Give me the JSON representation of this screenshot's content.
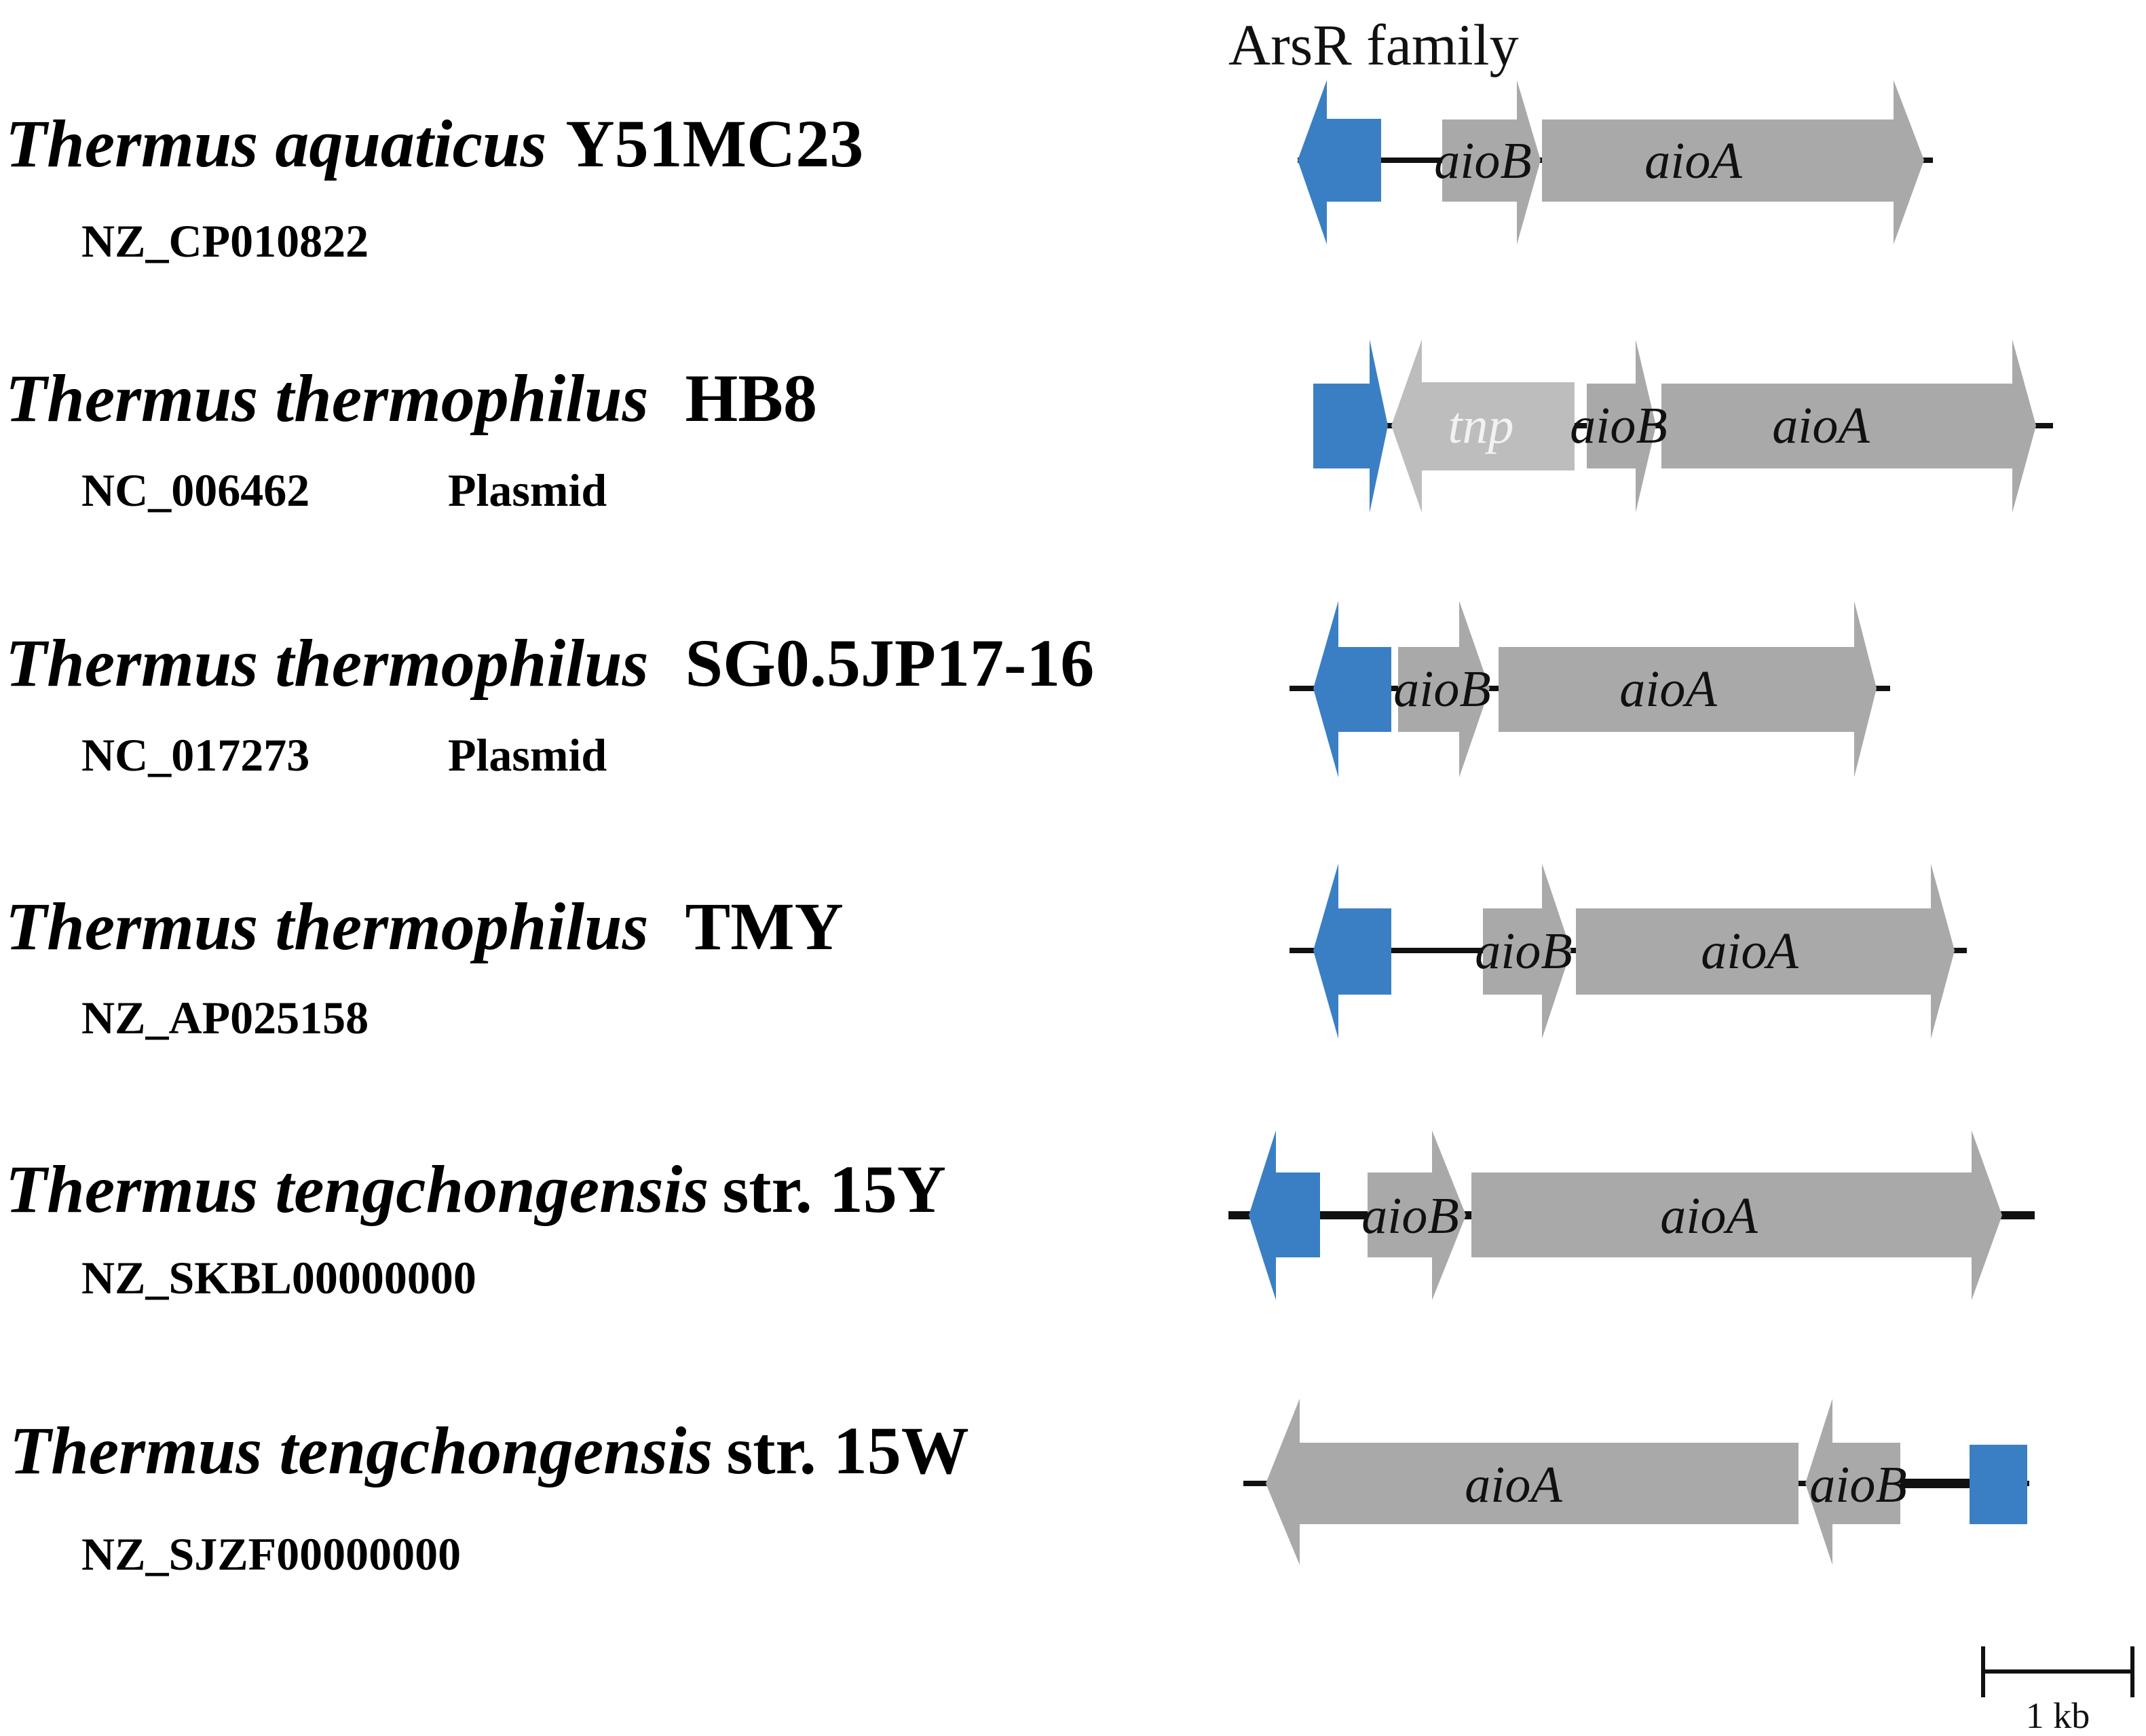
{
  "family_label": "ArsR family",
  "scale_label": "1 kb",
  "colors": {
    "regulator": "#3a7fc4",
    "gene": "#a9a9a9",
    "tnp": "#bdbdbd",
    "backbone": "#111111"
  },
  "rows": [
    {
      "species_italic": "Thermus aquaticus",
      "strain": "Y51MC23",
      "accession": "NZ_CP010822",
      "extra": "",
      "genes": {
        "aioB": "aioB",
        "aioA": "aioA"
      }
    },
    {
      "species_italic": "Thermus thermophilus",
      "strain": "HB8",
      "accession": "NC_006462",
      "extra": "Plasmid",
      "genes": {
        "tnp": "tnp",
        "aioB": "aioB",
        "aioA": "aioA"
      }
    },
    {
      "species_italic": "Thermus thermophilus",
      "strain": "SG0.5JP17-16",
      "accession": "NC_017273",
      "extra": "Plasmid",
      "genes": {
        "aioB": "aioB",
        "aioA": "aioA"
      }
    },
    {
      "species_italic": "Thermus thermophilus",
      "strain": "TMY",
      "accession": "NZ_AP025158",
      "extra": "",
      "genes": {
        "aioB": "aioB",
        "aioA": "aioA"
      }
    },
    {
      "species_italic": "Thermus tengchongensis",
      "strain": "str. 15Y",
      "accession": "NZ_SKBL00000000",
      "extra": "",
      "genes": {
        "aioB": "aioB",
        "aioA": "aioA"
      }
    },
    {
      "species_italic": "Thermus tengchongensis",
      "strain": "str. 15W",
      "accession": "NZ_SJZF00000000",
      "extra": "",
      "genes": {
        "aioB": "aioB",
        "aioA": "aioA"
      }
    }
  ]
}
